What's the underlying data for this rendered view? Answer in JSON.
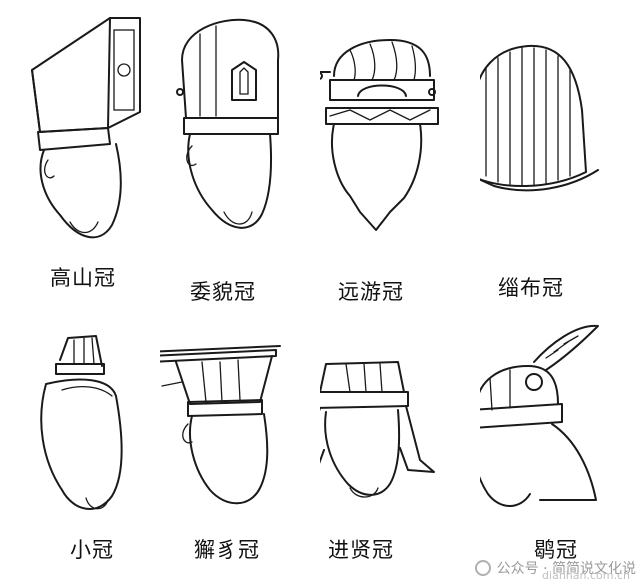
{
  "figures": [
    {
      "label": "高山冠"
    },
    {
      "label": "委貌冠"
    },
    {
      "label": "远游冠"
    },
    {
      "label": "缁布冠"
    },
    {
      "label": "小冠"
    },
    {
      "label": "獬豸冠"
    },
    {
      "label": "进贤冠"
    },
    {
      "label": "鹖冠"
    }
  ],
  "watermark": {
    "text": "公众号 · 简简说文化说",
    "site": "dianhan.com.cn"
  },
  "colors": {
    "ink": "#1a1a1a",
    "background": "#ffffff"
  }
}
